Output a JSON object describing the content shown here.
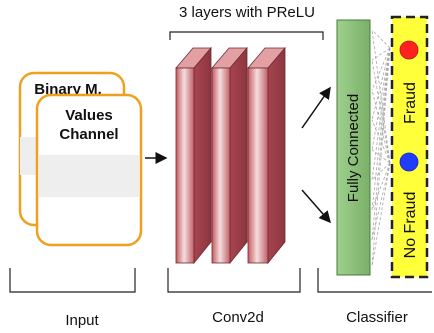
{
  "conv_header": "3 layers with PReLU",
  "input_card_back_title": "Binary M.",
  "input_card_front_title_line1": "Values",
  "input_card_front_title_line2": "Channel",
  "fc_label": "Fully Connected",
  "fraud_label": "Fraud",
  "no_fraud_label": "No Fraud",
  "section_labels": {
    "input": "Input",
    "conv": "Conv2d",
    "classifier": "Classifier"
  },
  "colors": {
    "card_border": "#f0a020",
    "conv_block": "#d98a8c",
    "fc_fill": "#8fc47e",
    "output_fill": "#ffff3a",
    "fraud_dot": "#ff2020",
    "no_fraud_dot": "#1f3cff"
  }
}
